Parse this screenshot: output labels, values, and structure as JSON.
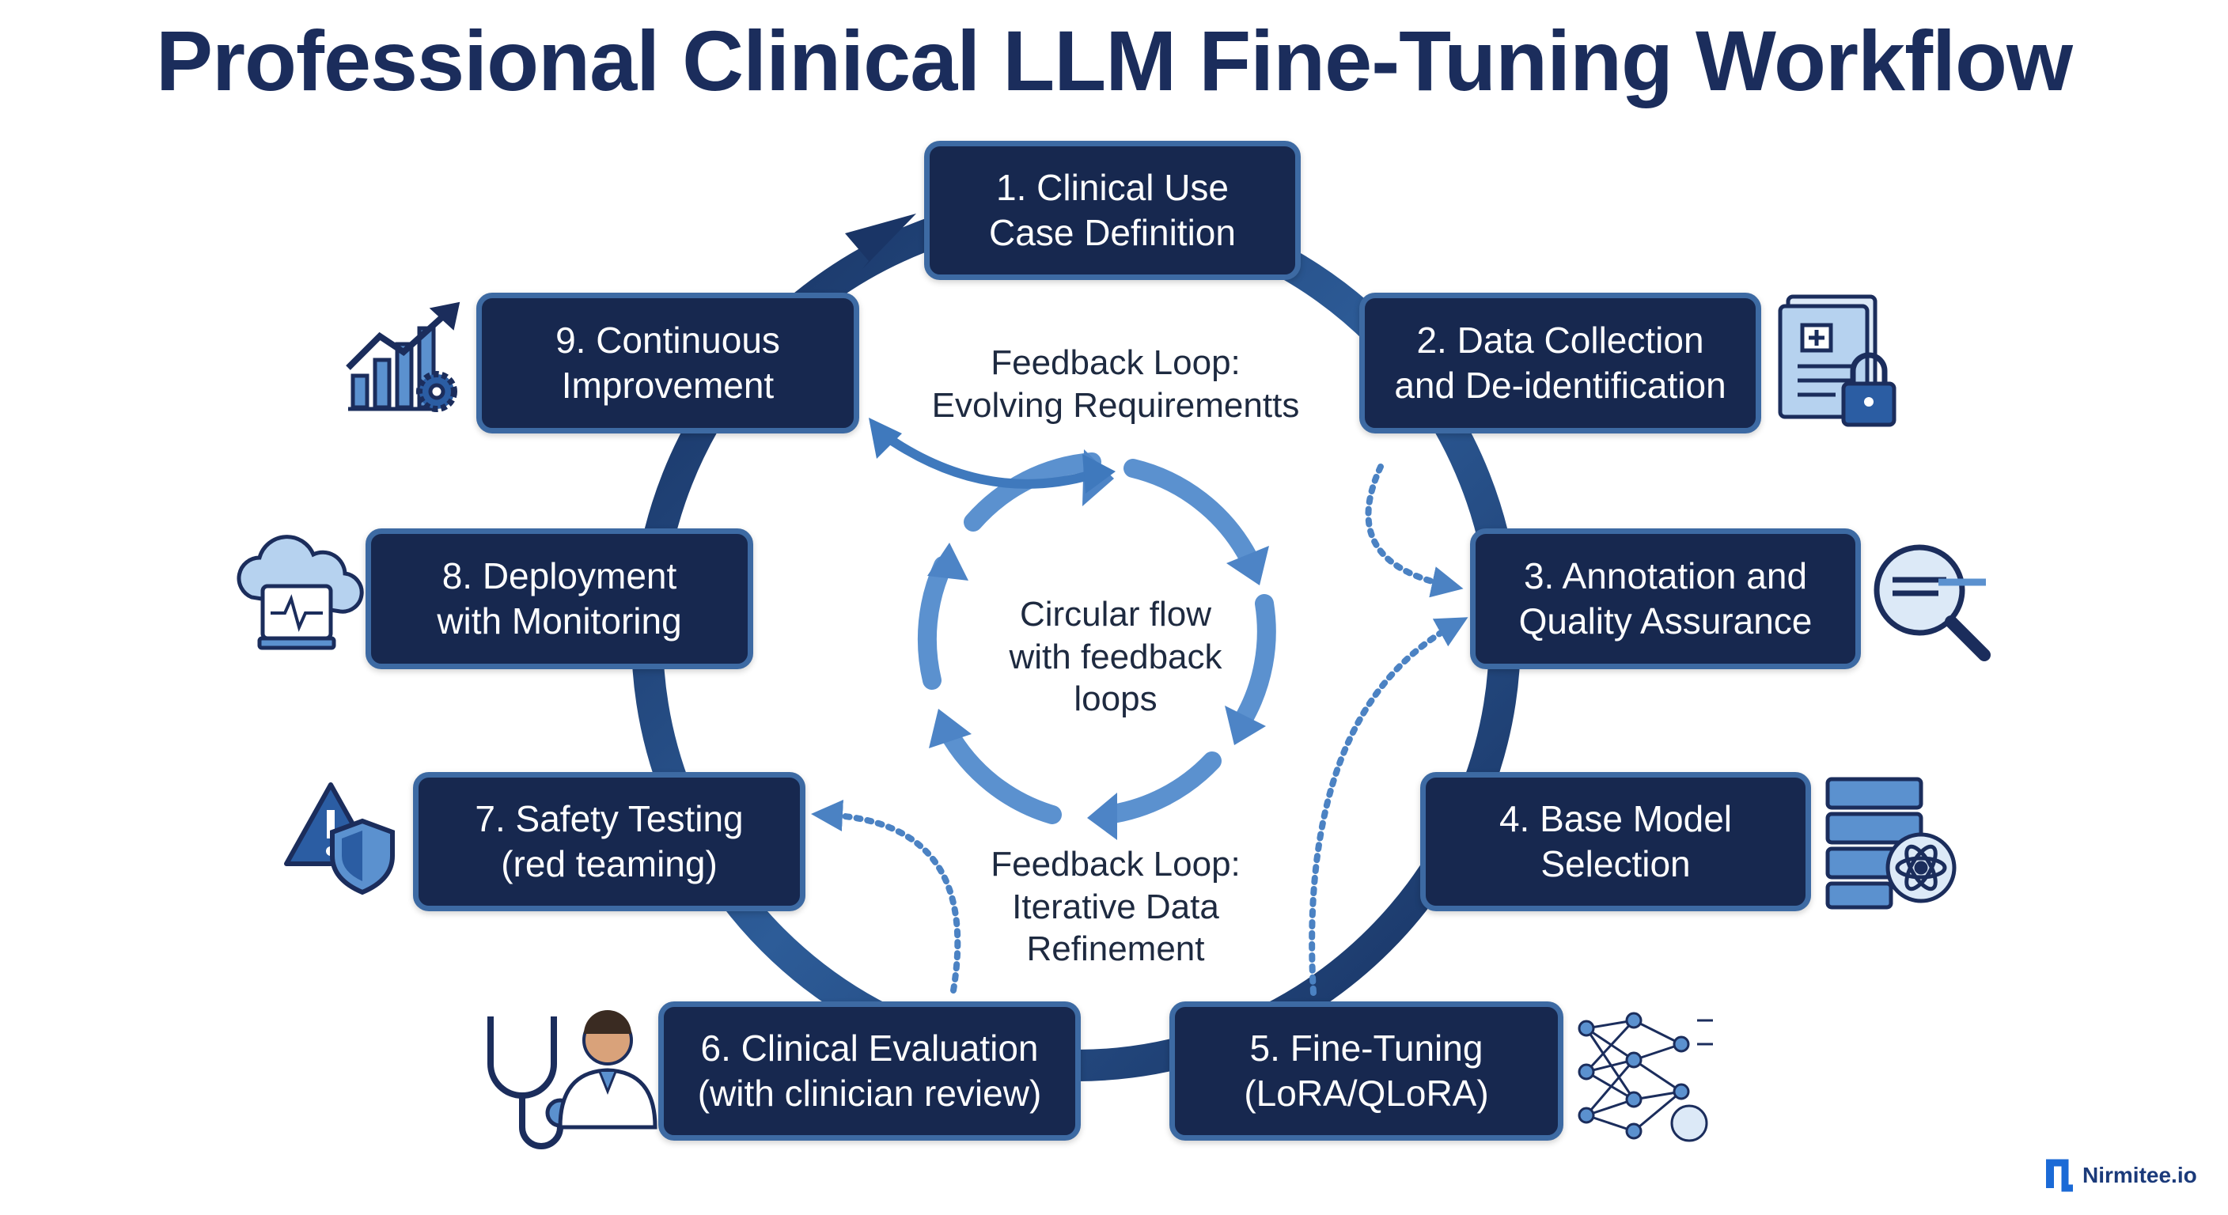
{
  "title": "Professional Clinical LLM Fine-Tuning Workflow",
  "stages": [
    {
      "id": "1",
      "lines": [
        "1. Clinical Use",
        "Case Definition"
      ],
      "icon": "none"
    },
    {
      "id": "2",
      "lines": [
        "2. Data Collection",
        "and De-identification"
      ],
      "icon": "document-lock-icon"
    },
    {
      "id": "3",
      "lines": [
        "3. Annotation and",
        "Quality Assurance"
      ],
      "icon": "magnifier-icon"
    },
    {
      "id": "4",
      "lines": [
        "4. Base Model",
        "Selection"
      ],
      "icon": "server-atom-icon"
    },
    {
      "id": "5",
      "lines": [
        "5. Fine-Tuning",
        "(LoRA/QLoRA)"
      ],
      "icon": "neural-network-icon"
    },
    {
      "id": "6",
      "lines": [
        "6. Clinical Evaluation",
        "(with clinician review)"
      ],
      "icon": "stethoscope-doctor-icon"
    },
    {
      "id": "7",
      "lines": [
        "7. Safety Testing",
        "(red teaming)"
      ],
      "icon": "warning-shield-icon"
    },
    {
      "id": "8",
      "lines": [
        "8. Deployment",
        "with Monitoring"
      ],
      "icon": "cloud-monitor-icon"
    },
    {
      "id": "9",
      "lines": [
        "9. Continuous",
        "Improvement"
      ],
      "icon": "growth-chart-gear-icon"
    }
  ],
  "notes": {
    "top_loop": [
      "Feedback Loop:",
      "Evolving Requirementts"
    ],
    "center": [
      "Circular flow",
      "with feedback",
      "loops"
    ],
    "bottom_loop": [
      "Feedback Loop:",
      "Iterative Data",
      "Refinement"
    ]
  },
  "brand": {
    "name": "Nirmitee.io"
  },
  "colors": {
    "box_fill": "#17284f",
    "box_border": "#3d6aa3",
    "ring": "#1e3f77",
    "ring_light": "#3f72b0",
    "inner_arrows": "#5b91cf",
    "title": "#1b2d5c"
  }
}
